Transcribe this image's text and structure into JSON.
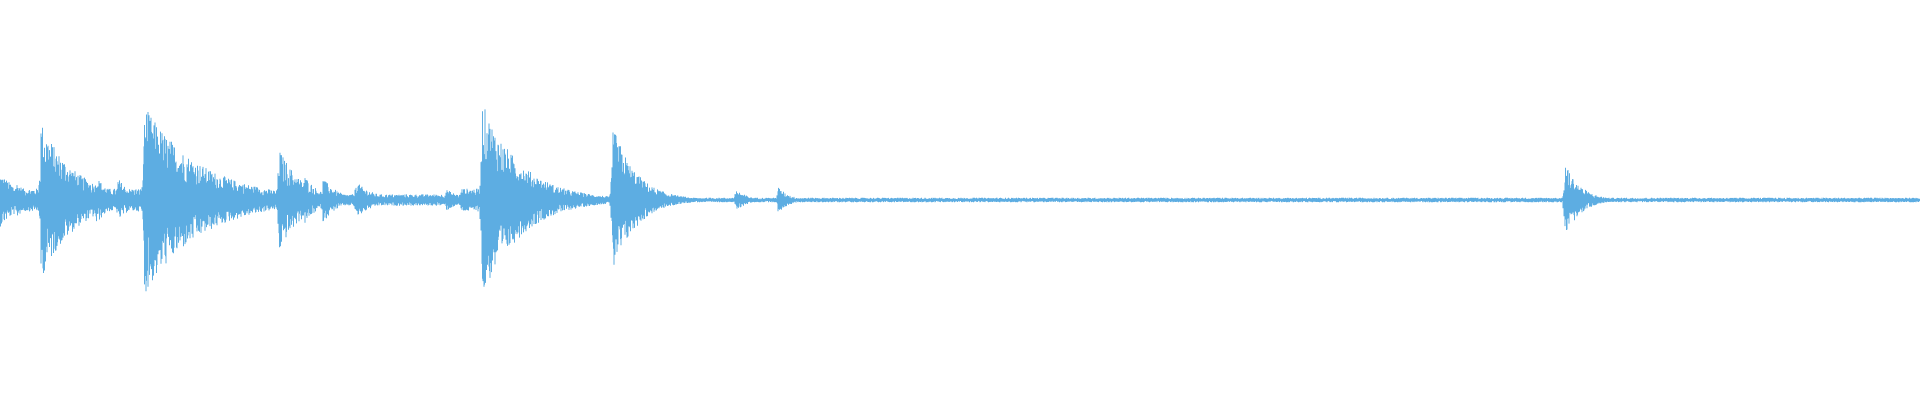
{
  "waveform": {
    "color": "#5DADE2",
    "background": "#FFFFFF",
    "duration_fraction_note": "",
    "baseline_noise": 0.012,
    "events": [
      {
        "t": 0.0,
        "peak": 0.14,
        "decay": 0.012
      },
      {
        "t": 0.008,
        "peak": 0.1,
        "decay": 0.008
      },
      {
        "t": 0.021,
        "peak": 0.42,
        "decay": 0.018
      },
      {
        "t": 0.039,
        "peak": 0.14,
        "decay": 0.008
      },
      {
        "t": 0.05,
        "peak": 0.13,
        "decay": 0.008
      },
      {
        "t": 0.061,
        "peak": 0.12,
        "decay": 0.008
      },
      {
        "t": 0.075,
        "peak": 0.5,
        "decay": 0.03
      },
      {
        "t": 0.145,
        "peak": 0.28,
        "decay": 0.012
      },
      {
        "t": 0.158,
        "peak": 0.14,
        "decay": 0.008
      },
      {
        "t": 0.168,
        "peak": 0.12,
        "decay": 0.008
      },
      {
        "t": 0.185,
        "peak": 0.1,
        "decay": 0.01
      },
      {
        "t": 0.232,
        "peak": 0.06,
        "decay": 0.008
      },
      {
        "t": 0.251,
        "peak": 0.52,
        "decay": 0.02
      },
      {
        "t": 0.264,
        "peak": 0.24,
        "decay": 0.01
      },
      {
        "t": 0.273,
        "peak": 0.12,
        "decay": 0.008
      },
      {
        "t": 0.319,
        "peak": 0.4,
        "decay": 0.012
      },
      {
        "t": 0.383,
        "peak": 0.06,
        "decay": 0.006
      },
      {
        "t": 0.405,
        "peak": 0.07,
        "decay": 0.006
      },
      {
        "t": 0.815,
        "peak": 0.2,
        "decay": 0.008
      }
    ],
    "dense_segments": [
      {
        "start": 0.0,
        "end": 0.09,
        "level": 0.06
      },
      {
        "start": 0.09,
        "end": 0.145,
        "level": 0.025
      },
      {
        "start": 0.145,
        "end": 0.24,
        "level": 0.03
      },
      {
        "start": 0.24,
        "end": 0.29,
        "level": 0.06
      }
    ]
  }
}
